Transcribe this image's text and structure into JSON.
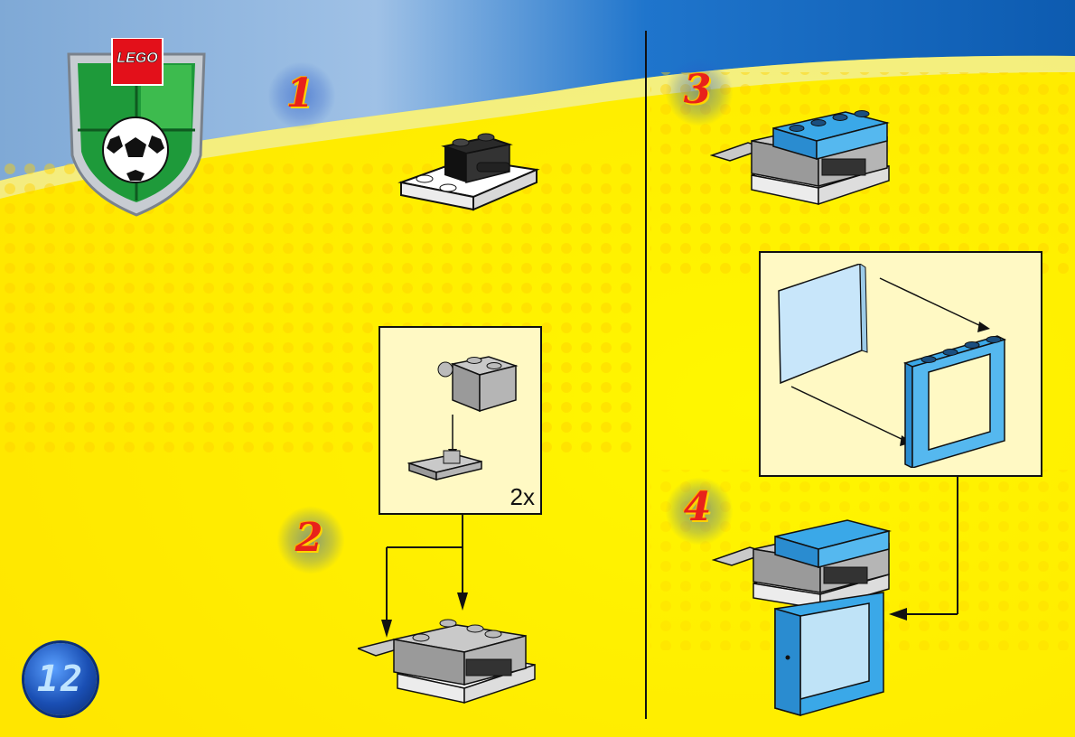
{
  "logo": {
    "brand": "LEGO",
    "icon": "soccer-shield-icon"
  },
  "page_number": "12",
  "steps": [
    {
      "number": "1"
    },
    {
      "number": "2",
      "subassembly_quantity": "2x"
    },
    {
      "number": "3"
    },
    {
      "number": "4"
    }
  ],
  "colors": {
    "background": "#fff200",
    "sky": "#1e6fc8",
    "brick_gray": "#b8b8b8",
    "brick_blue": "#3aa8e8",
    "brick_black": "#1a1a1a",
    "accent_red": "#e8211b"
  }
}
